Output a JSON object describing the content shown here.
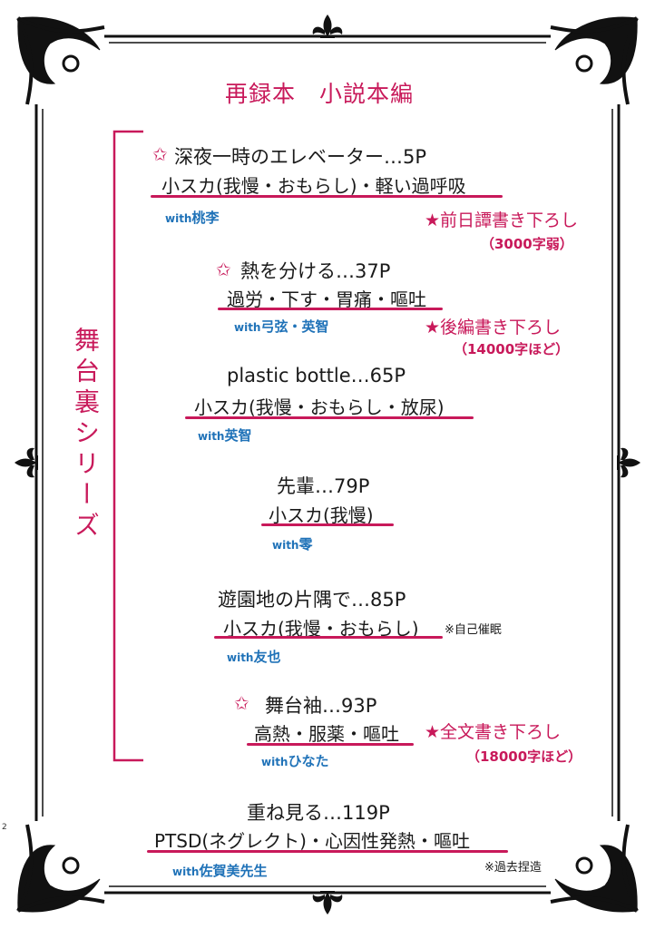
{
  "page": {
    "title": "再録本　小説本編",
    "page_number": "2"
  },
  "series_label": "舞台裏シリーズ",
  "entries": [
    {
      "star": "✩",
      "title": "深夜一時のエレベーター…5P",
      "tags": "小スカ(我慢・おもらし)・軽い過呼吸",
      "with_prefix": "with",
      "with_name": "桃李",
      "bonus": "★前日譚書き下ろし",
      "bonus_chars": "（3000字弱）"
    },
    {
      "star": "✩",
      "title": "熱を分ける…37P",
      "tags": "過労・下す・胃痛・嘔吐",
      "with_prefix": "with",
      "with_name": "弓弦・英智",
      "bonus": "★後編書き下ろし",
      "bonus_chars": "（14000字ほど）"
    },
    {
      "title": "plastic bottle…65P",
      "tags": "小スカ(我慢・おもらし・放尿)",
      "with_prefix": "with",
      "with_name": "英智"
    },
    {
      "title": "先輩…79P",
      "tags": "小スカ(我慢)",
      "with_prefix": "with",
      "with_name": "零"
    },
    {
      "title": "遊園地の片隅で…85P",
      "tags": "小スカ(我慢・おもらし)",
      "note": "※自己催眠",
      "with_prefix": "with",
      "with_name": "友也"
    },
    {
      "star": "✩",
      "title": "舞台袖…93P",
      "tags": "高熱・服薬・嘔吐",
      "with_prefix": "with",
      "with_name": "ひなた",
      "bonus": "★全文書き下ろし",
      "bonus_chars": "（18000字ほど）"
    },
    {
      "title": "重ね見る…119P",
      "tags": "PTSD(ネグレクト)・心因性発熱・嘔吐",
      "note": "※過去捏造",
      "with_prefix": "with",
      "with_name": "佐賀美先生"
    }
  ],
  "colors": {
    "accent": "#c8195a",
    "with_blue": "#1f72b8",
    "frame": "#111111"
  }
}
